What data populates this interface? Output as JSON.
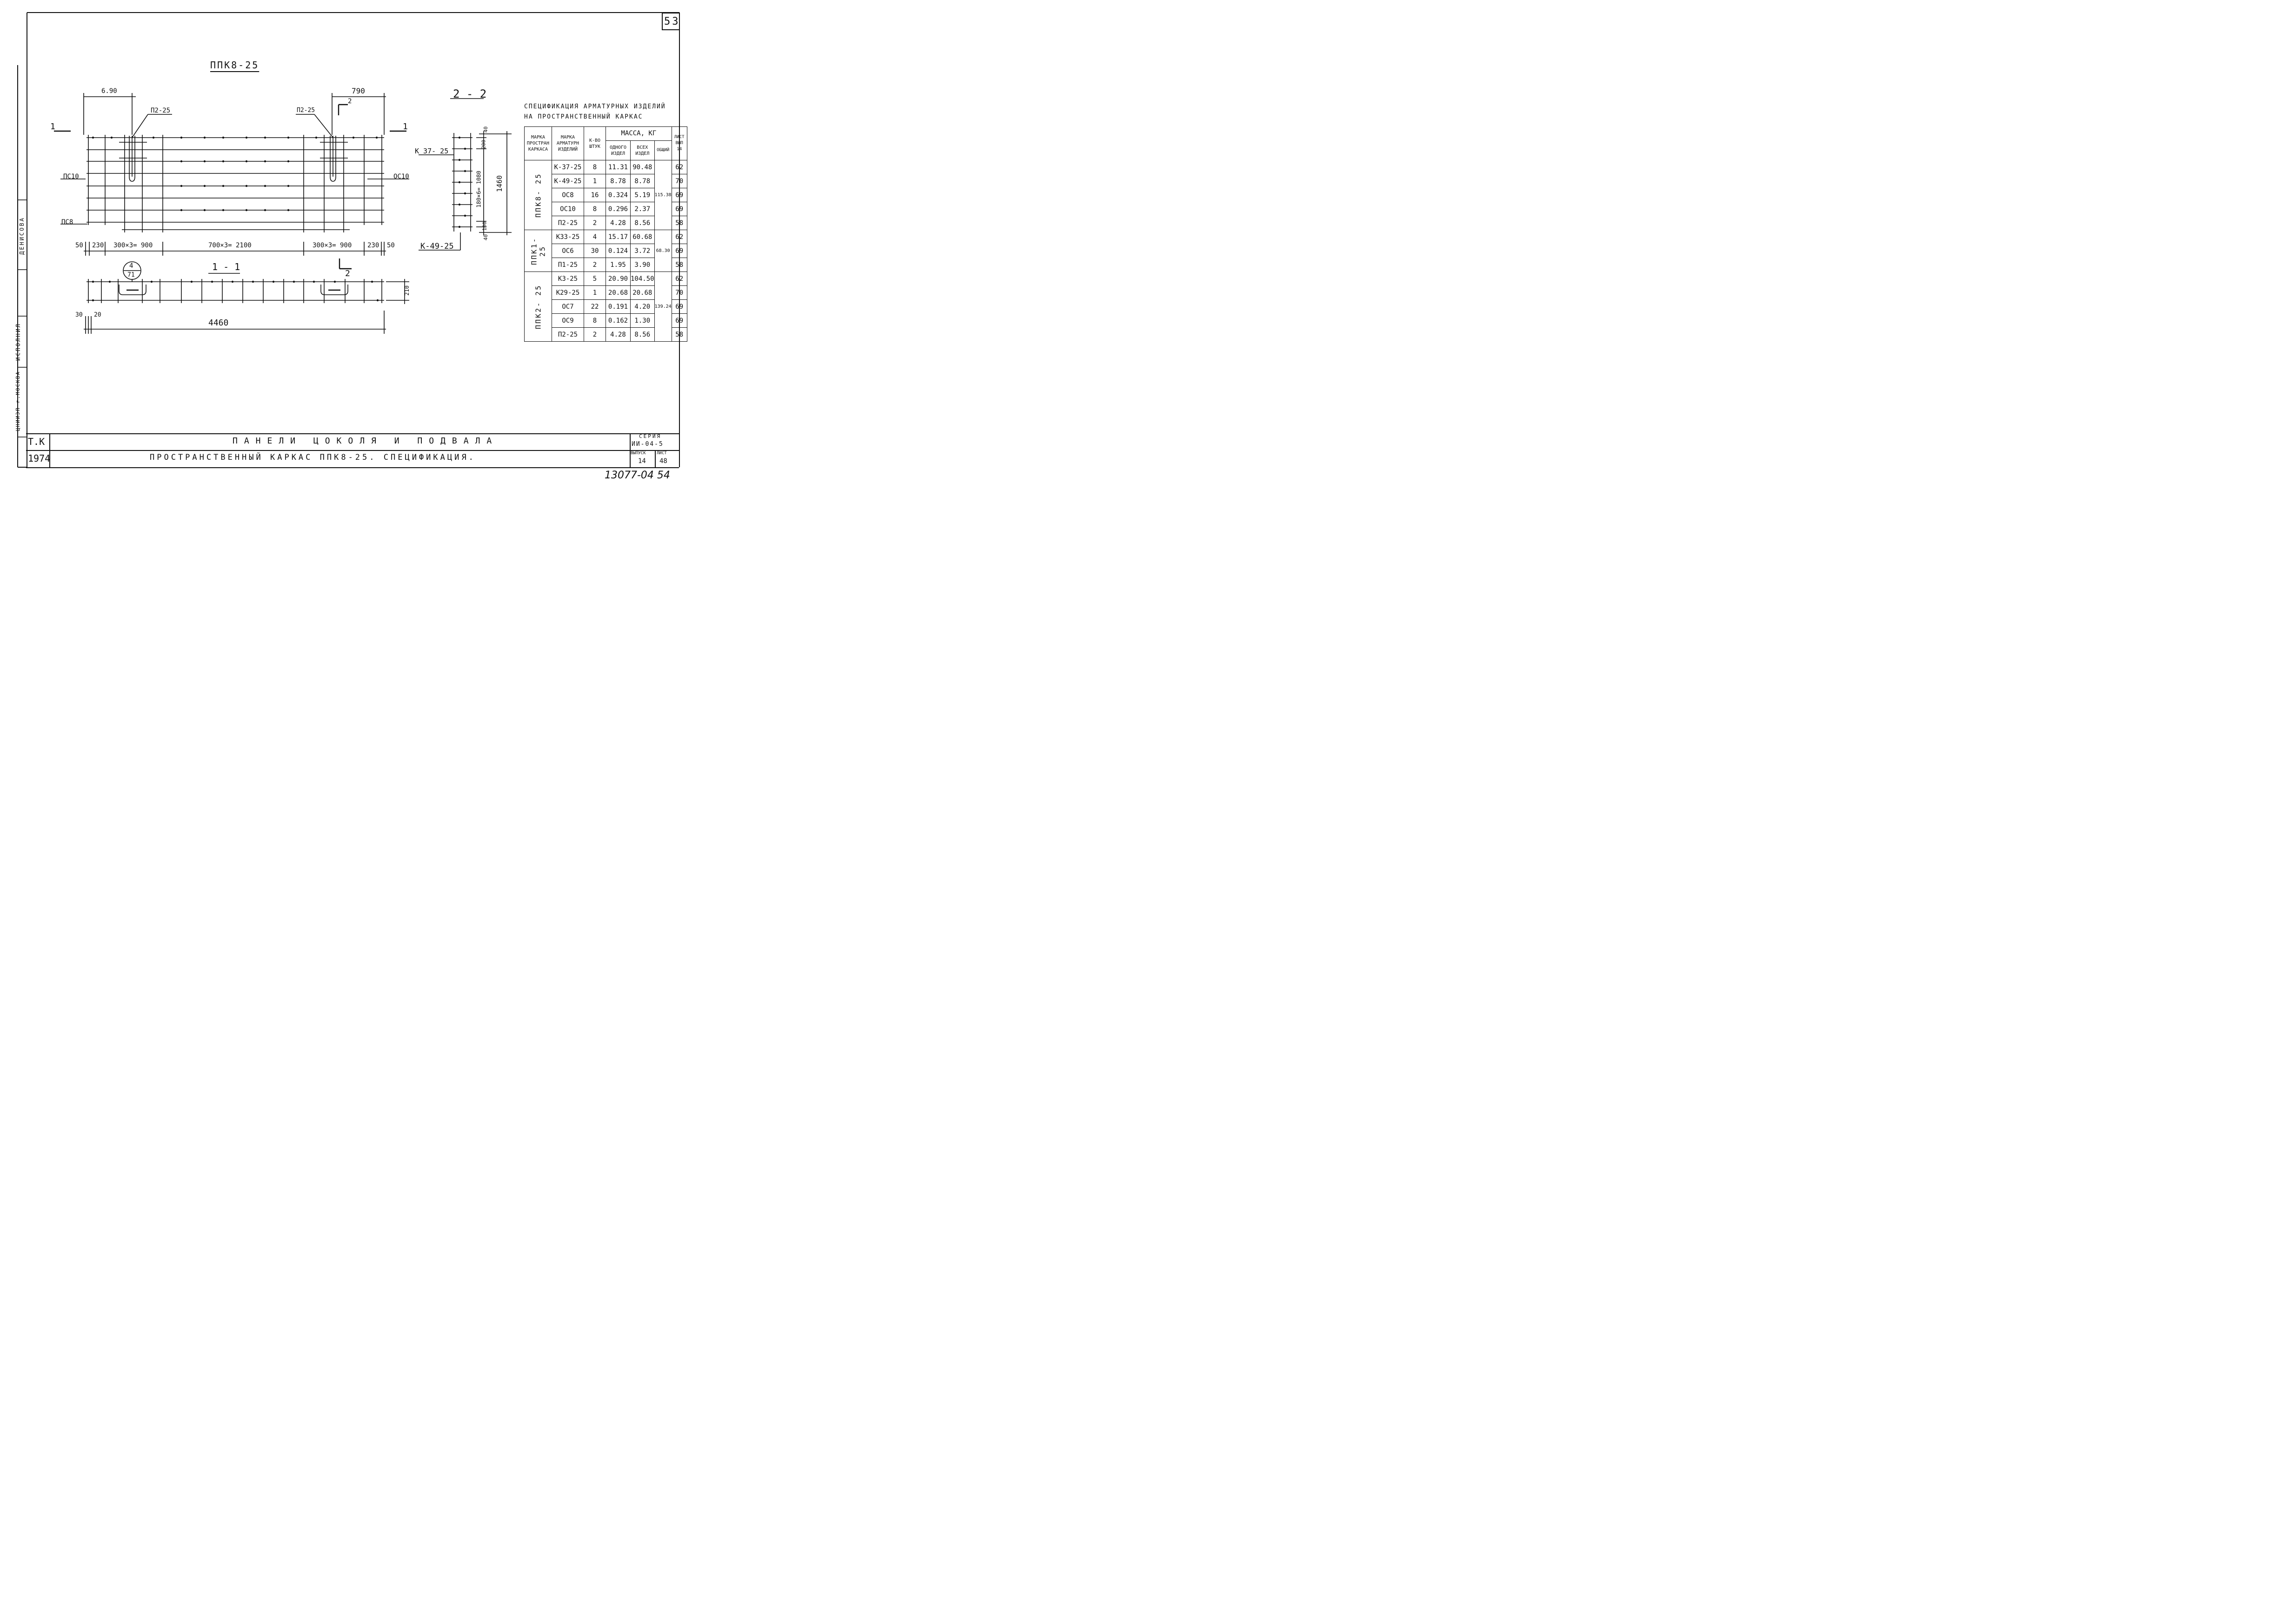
{
  "sheet_number": "53",
  "main_view": {
    "title": "ППК8-25",
    "dims_top": [
      "6.90",
      "790"
    ],
    "marks": {
      "p2_left": "П2-25",
      "p2_right": "П2-25",
      "oc10_left": "ПС10",
      "oc10_right": "ОС10",
      "pc8": "ПС8"
    },
    "section_marks": {
      "s1_left": "1",
      "s1_right": "1",
      "s2_top": "2",
      "s2_bottom": "2"
    },
    "dims_bottom": [
      "50",
      "230",
      "300×3= 900",
      "700×3= 2100",
      "300×3= 900",
      "230",
      "50"
    ]
  },
  "section_2_2": {
    "title": "2 - 2",
    "k37": "К 37- 25",
    "k49": "К-49-25",
    "dims": [
      "40",
      "200",
      "180×6= 1080",
      "100",
      "40",
      "1460"
    ]
  },
  "section_1_1": {
    "title": "1 - 1",
    "callout_top": "4",
    "callout_bottom": "71",
    "height": "210",
    "dims": [
      "30",
      "20",
      "4460"
    ]
  },
  "spec": {
    "title_line1": "СПЕЦИФИКАЦИЯ АРМАТУРНЫХ ИЗДЕЛИЙ",
    "title_line2": "НА ПРОСТРАНСТВЕННЫЙ КАРКАС",
    "headers": {
      "mark_frame": "МАРКА ПРОСТРАН КАРКАСА",
      "mark_item": "МАРКА АРМАТУРН ИЗДЕЛИЙ",
      "qty": "К-ВО ШТУК",
      "mass": "МАССА, КГ",
      "one": "ОДНОГО ИЗДЕЛ",
      "all": "ВСЕХ ИЗДЕЛ",
      "total": "ОБЩИЙ",
      "sheet": "ЛИСТ ВЫП 14"
    },
    "groups": [
      {
        "frame": "ППК8- 25",
        "total": "115.38",
        "rows": [
          {
            "item": "К-37-25",
            "qty": "8",
            "one": "11.31",
            "all": "90.48",
            "sheet": "62"
          },
          {
            "item": "К-49-25",
            "qty": "1",
            "one": "8.78",
            "all": "8.78",
            "sheet": "70"
          },
          {
            "item": "ОС8",
            "qty": "16",
            "one": "0.324",
            "all": "5.19",
            "sheet": "69"
          },
          {
            "item": "ОС10",
            "qty": "8",
            "one": "0.296",
            "all": "2.37",
            "sheet": "69"
          },
          {
            "item": "П2-25",
            "qty": "2",
            "one": "4.28",
            "all": "8.56",
            "sheet": "58"
          }
        ]
      },
      {
        "frame": "ППК1- 25",
        "total": "68.30",
        "rows": [
          {
            "item": "К33-25",
            "qty": "4",
            "one": "15.17",
            "all": "60.68",
            "sheet": "62"
          },
          {
            "item": "ОС6",
            "qty": "30",
            "one": "0.124",
            "all": "3.72",
            "sheet": "69"
          },
          {
            "item": "П1-25",
            "qty": "2",
            "one": "1.95",
            "all": "3.90",
            "sheet": "58"
          }
        ]
      },
      {
        "frame": "ППК2- 25",
        "total": "139.24",
        "rows": [
          {
            "item": "К3-25",
            "qty": "5",
            "one": "20.90",
            "all": "104.50",
            "sheet": "62"
          },
          {
            "item": "К29-25",
            "qty": "1",
            "one": "20.68",
            "all": "20.68",
            "sheet": "70"
          },
          {
            "item": "ОС7",
            "qty": "22",
            "one": "0.191",
            "all": "4.20",
            "sheet": "69"
          },
          {
            "item": "ОС9",
            "qty": "8",
            "one": "0.162",
            "all": "1.30",
            "sheet": "69"
          },
          {
            "item": "П2-25",
            "qty": "2",
            "one": "4.28",
            "all": "8.56",
            "sheet": "58"
          }
        ]
      }
    ]
  },
  "title_block": {
    "org": "Т.К",
    "year": "1974",
    "line1": "ПАНЕЛИ   ЦОКОЛЯ   И   ПОДВАЛА",
    "line2": "ПРОСТРАНСТВЕННЫЙ КАРКАС  ППК8-25.  СПЕЦИФИКАЦИЯ.",
    "series_label": "СЕРИЯ",
    "series": "ИИ-04-5",
    "issue_label": "ВЫПУСК",
    "issue": "14",
    "sheet_label": "ЛИСТ",
    "sheet": "48"
  },
  "side_stamp": {
    "executor": "ИСПОЛНИЛ",
    "name": "ДЕНИСОВА",
    "org": "ЦНИИЭП г.МОСКВА"
  },
  "bottom_code": "13077-04 54"
}
